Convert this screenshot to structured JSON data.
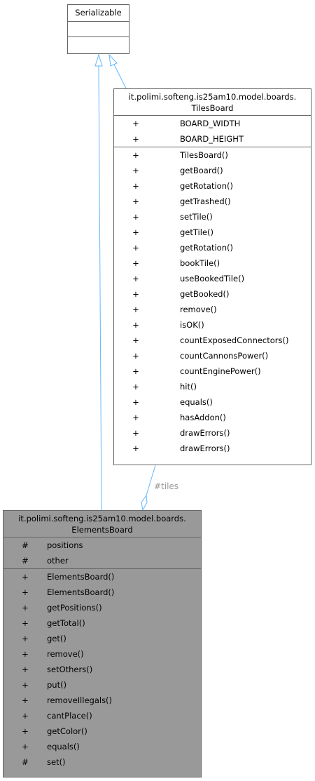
{
  "serializable": {
    "title": "Serializable"
  },
  "tiles_board": {
    "title_line1": "it.polimi.softeng.is25am10.model.boards.",
    "title_line2": "TilesBoard",
    "attributes": [
      {
        "vis": "+",
        "name": "BOARD_WIDTH"
      },
      {
        "vis": "+",
        "name": "BOARD_HEIGHT"
      }
    ],
    "methods": [
      {
        "vis": "+",
        "name": "TilesBoard()"
      },
      {
        "vis": "+",
        "name": "getBoard()"
      },
      {
        "vis": "+",
        "name": "getRotation()"
      },
      {
        "vis": "+",
        "name": "getTrashed()"
      },
      {
        "vis": "+",
        "name": "setTile()"
      },
      {
        "vis": "+",
        "name": "getTile()"
      },
      {
        "vis": "+",
        "name": "getRotation()"
      },
      {
        "vis": "+",
        "name": "bookTile()"
      },
      {
        "vis": "+",
        "name": "useBookedTile()"
      },
      {
        "vis": "+",
        "name": "getBooked()"
      },
      {
        "vis": "+",
        "name": "remove()"
      },
      {
        "vis": "+",
        "name": "isOK()"
      },
      {
        "vis": "+",
        "name": "countExposedConnectors()"
      },
      {
        "vis": "+",
        "name": "countCannonsPower()"
      },
      {
        "vis": "+",
        "name": "countEnginePower()"
      },
      {
        "vis": "+",
        "name": "hit()"
      },
      {
        "vis": "+",
        "name": "equals()"
      },
      {
        "vis": "+",
        "name": "hasAddon()"
      },
      {
        "vis": "+",
        "name": "drawErrors()"
      },
      {
        "vis": "+",
        "name": "drawErrors()"
      }
    ]
  },
  "elements_board": {
    "title_line1": "it.polimi.softeng.is25am10.model.boards.",
    "title_line2": "ElementsBoard",
    "attributes": [
      {
        "vis": "#",
        "name": "positions"
      },
      {
        "vis": "#",
        "name": "other"
      }
    ],
    "methods": [
      {
        "vis": "+",
        "name": "ElementsBoard()"
      },
      {
        "vis": "+",
        "name": "ElementsBoard()"
      },
      {
        "vis": "+",
        "name": "getPositions()"
      },
      {
        "vis": "+",
        "name": "getTotal()"
      },
      {
        "vis": "+",
        "name": "get()"
      },
      {
        "vis": "+",
        "name": "remove()"
      },
      {
        "vis": "+",
        "name": "setOthers()"
      },
      {
        "vis": "+",
        "name": "put()"
      },
      {
        "vis": "+",
        "name": "removeIllegals()"
      },
      {
        "vis": "+",
        "name": "cantPlace()"
      },
      {
        "vis": "+",
        "name": "getColor()"
      },
      {
        "vis": "+",
        "name": "equals()"
      },
      {
        "vis": "#",
        "name": "set()"
      }
    ]
  },
  "edges": {
    "association_label": "#tiles"
  },
  "colors": {
    "edge": "#63b8ff",
    "border": "#666666",
    "highlight_fill": "#999999",
    "label": "#9a9a9a"
  }
}
